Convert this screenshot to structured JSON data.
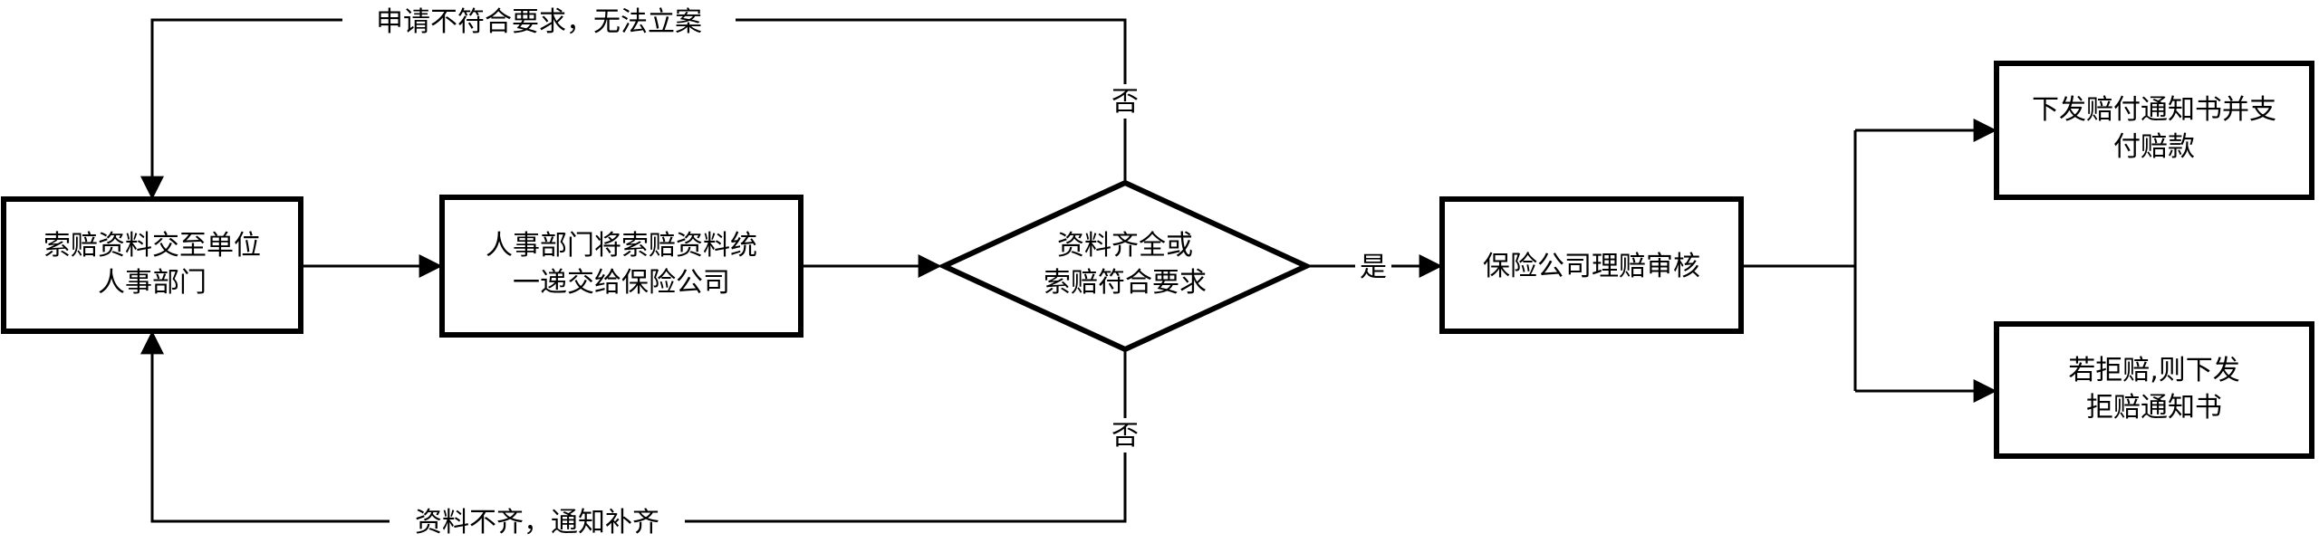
{
  "nodes": {
    "submit": {
      "lines": [
        "索赔资料交至单位",
        "人事部门"
      ]
    },
    "hr": {
      "lines": [
        "人事部门将索赔资料统",
        "一递交给保险公司"
      ]
    },
    "check": {
      "lines": [
        "资料齐全或",
        "索赔符合要求"
      ]
    },
    "review": {
      "lines": [
        "保险公司理赔审核"
      ]
    },
    "pay": {
      "lines": [
        "下发赔付通知书并支",
        "付赔款"
      ]
    },
    "reject": {
      "lines": [
        "若拒赔,则下发",
        "拒赔通知书"
      ]
    }
  },
  "edges": {
    "top_loop": {
      "label": "申请不符合要求，无法立案",
      "branch_label": "否"
    },
    "bottom_loop": {
      "label": "资料不齐，通知补齐",
      "branch_label": "否"
    },
    "yes": {
      "label": "是"
    }
  }
}
